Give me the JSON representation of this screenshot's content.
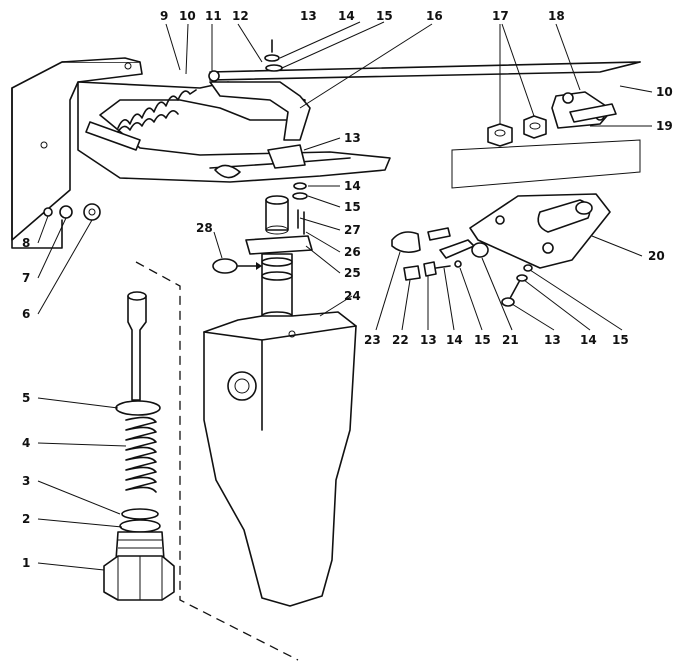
{
  "diagram": {
    "callouts": [
      {
        "id": "c1",
        "text": "1"
      },
      {
        "id": "c2",
        "text": "2"
      },
      {
        "id": "c3",
        "text": "3"
      },
      {
        "id": "c4",
        "text": "4"
      },
      {
        "id": "c5",
        "text": "5"
      },
      {
        "id": "c6",
        "text": "6"
      },
      {
        "id": "c7",
        "text": "7"
      },
      {
        "id": "c8",
        "text": "8"
      },
      {
        "id": "c9",
        "text": "9"
      },
      {
        "id": "c10a",
        "text": "10"
      },
      {
        "id": "c11",
        "text": "11"
      },
      {
        "id": "c12",
        "text": "12"
      },
      {
        "id": "c13a",
        "text": "13"
      },
      {
        "id": "c14a",
        "text": "14"
      },
      {
        "id": "c15a",
        "text": "15"
      },
      {
        "id": "c16",
        "text": "16"
      },
      {
        "id": "c17",
        "text": "17"
      },
      {
        "id": "c18",
        "text": "18"
      },
      {
        "id": "c10b",
        "text": "10"
      },
      {
        "id": "c19",
        "text": "19"
      },
      {
        "id": "c13b",
        "text": "13"
      },
      {
        "id": "c14b",
        "text": "14"
      },
      {
        "id": "c15b",
        "text": "15"
      },
      {
        "id": "c27",
        "text": "27"
      },
      {
        "id": "c26",
        "text": "26"
      },
      {
        "id": "c25",
        "text": "25"
      },
      {
        "id": "c28",
        "text": "28"
      },
      {
        "id": "c24",
        "text": "24"
      },
      {
        "id": "c20",
        "text": "20"
      },
      {
        "id": "c23",
        "text": "23"
      },
      {
        "id": "c22",
        "text": "22"
      },
      {
        "id": "c13c",
        "text": "13"
      },
      {
        "id": "c14c",
        "text": "14"
      },
      {
        "id": "c15c",
        "text": "15"
      },
      {
        "id": "c21",
        "text": "21"
      },
      {
        "id": "c13d",
        "text": "13"
      },
      {
        "id": "c14d",
        "text": "14"
      },
      {
        "id": "c15d",
        "text": "15"
      }
    ]
  }
}
